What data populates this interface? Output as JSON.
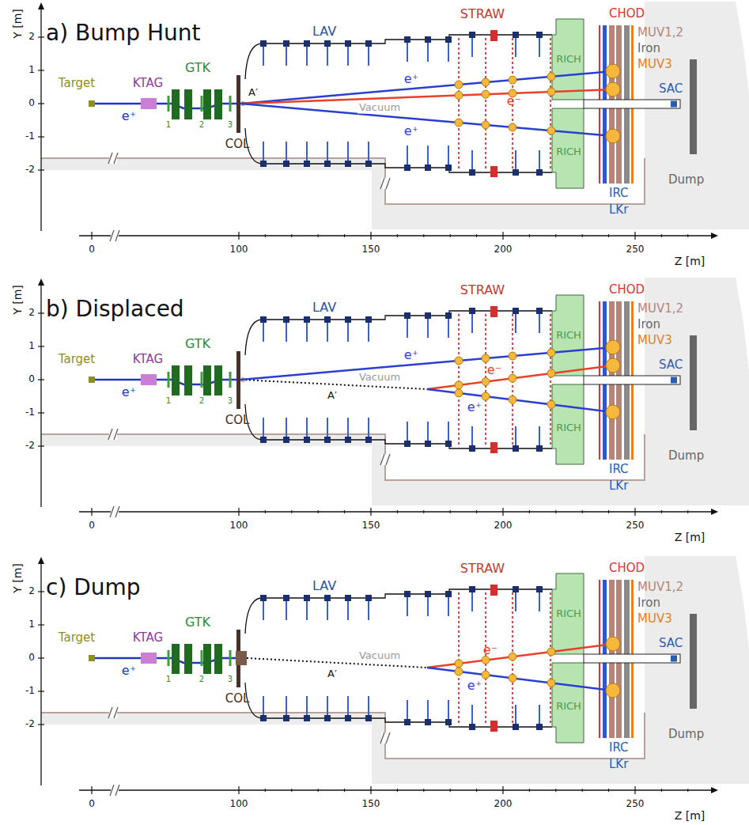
{
  "diagram": {
    "nodes": [
      {
        "text": [
          "RICH"
        ]
      },
      {
        "text": [
          "RICH"
        ]
      },
      {
        "text": [
          "RICH"
        ]
      },
      {
        "text": [
          "RICH"
        ]
      },
      {
        "text": [
          "RICH"
        ]
      },
      {
        "text": [
          "RICH"
        ]
      }
    ],
    "labels": [
      "a) Bump Hunt",
      "Target",
      "KTAG",
      "GTK",
      "1",
      "2",
      "3",
      "COL",
      "LAV",
      "STRAW",
      "CHOD",
      "MUV1,2",
      "Iron",
      "MUV3",
      "SAC",
      "IRC",
      "LKr",
      "Dump",
      "Vacuum",
      "e⁺",
      "A′",
      "e⁺",
      "e⁻",
      "e⁺",
      "Y [m]",
      "2",
      "1",
      "0",
      "-1",
      "-2",
      "0",
      "100",
      "150",
      "200",
      "250",
      "Z [m]",
      "b) Displaced",
      "Target",
      "KTAG",
      "GTK",
      "1",
      "2",
      "3",
      "COL",
      "LAV",
      "STRAW",
      "CHOD",
      "MUV1,2",
      "Iron",
      "MUV3",
      "SAC",
      "IRC",
      "LKr",
      "Dump",
      "Vacuum",
      "e⁺",
      "A′",
      "e⁺",
      "e⁻",
      "e⁺",
      "Y [m]",
      "2",
      "1",
      "0",
      "-1",
      "-2",
      "0",
      "100",
      "150",
      "200",
      "250",
      "Z [m]",
      "c) Dump",
      "Target",
      "KTAG",
      "GTK",
      "1",
      "2",
      "3",
      "COL",
      "LAV",
      "STRAW",
      "CHOD",
      "MUV1,2",
      "Iron",
      "MUV3",
      "SAC",
      "IRC",
      "LKr",
      "Dump",
      "Vacuum",
      "e⁺",
      "A′",
      "e⁻",
      "e⁺",
      "Y [m]",
      "2",
      "1",
      "0",
      "-1",
      "-2",
      "0",
      "100",
      "150",
      "200",
      "250",
      "Z [m]"
    ]
  }
}
